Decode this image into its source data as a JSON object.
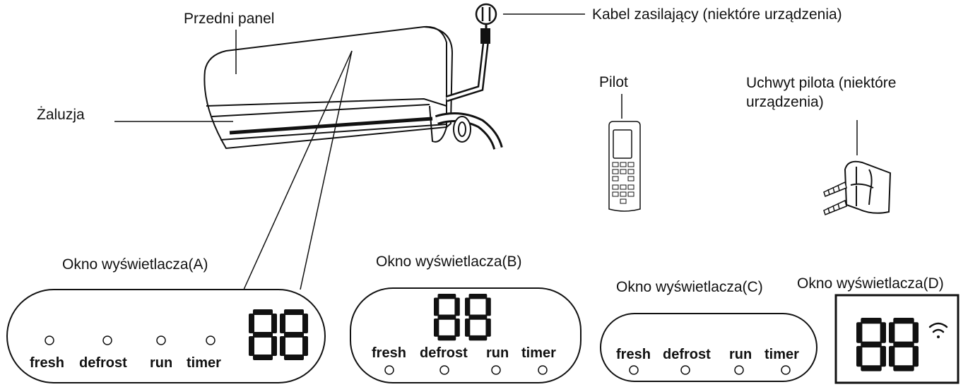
{
  "labels": {
    "front_panel": "Przedni panel",
    "louver": "Żaluzja",
    "power_cable": "Kabel zasilający (niektóre urządzenia)",
    "remote": "Pilot",
    "remote_holder_line1": "Uchwyt pilota (niektóre",
    "remote_holder_line2": "urządzenia)",
    "display_a": "Okno wyświetlacza(A)",
    "display_b": "Okno wyświetlacza(B)",
    "display_c": "Okno wyświetlacza(C)",
    "display_d": "Okno wyświetlacza(D)"
  },
  "indicators": {
    "fresh": "fresh",
    "defrost": "defrost",
    "run": "run",
    "timer": "timer"
  },
  "colors": {
    "line": "#111111",
    "background": "#ffffff"
  }
}
